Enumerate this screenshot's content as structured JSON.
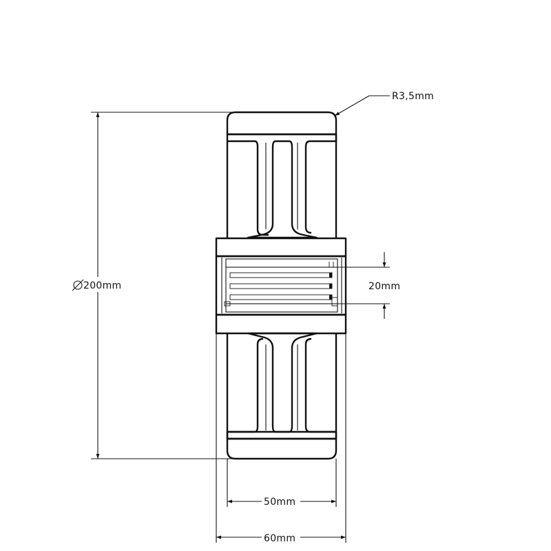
{
  "labels": {
    "radius": "R3,5mm",
    "diameter": "200mm",
    "bore": "20mm",
    "inner_width": "50mm",
    "outer_width": "60mm"
  },
  "icons": {
    "diameter_symbol": "diameter-symbol-icon"
  },
  "colors": {
    "line": "#111111",
    "background": "#ffffff"
  }
}
